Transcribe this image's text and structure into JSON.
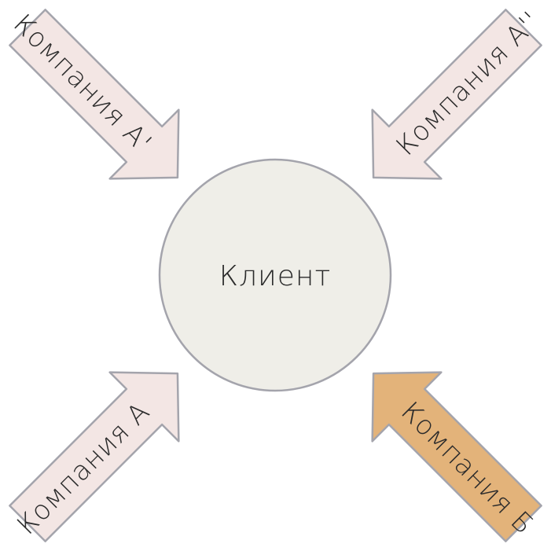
{
  "center": {
    "label": "Клиент",
    "fill": "#efeee8",
    "stroke": "#a4a4ac"
  },
  "arrows": [
    {
      "id": "top-left",
      "label": "Компания А'",
      "fill": "#f3e6e4",
      "stroke": "#a4a4ac",
      "highlighted": false
    },
    {
      "id": "top-right",
      "label": "Компания А''",
      "fill": "#f3e6e4",
      "stroke": "#a4a4ac",
      "highlighted": false
    },
    {
      "id": "bottom-left",
      "label": "Компания А",
      "fill": "#f3e6e4",
      "stroke": "#a4a4ac",
      "highlighted": false
    },
    {
      "id": "bottom-right",
      "label": "Компания Б",
      "fill": "#e3b37a",
      "stroke": "#a4a4ac",
      "highlighted": true
    }
  ]
}
